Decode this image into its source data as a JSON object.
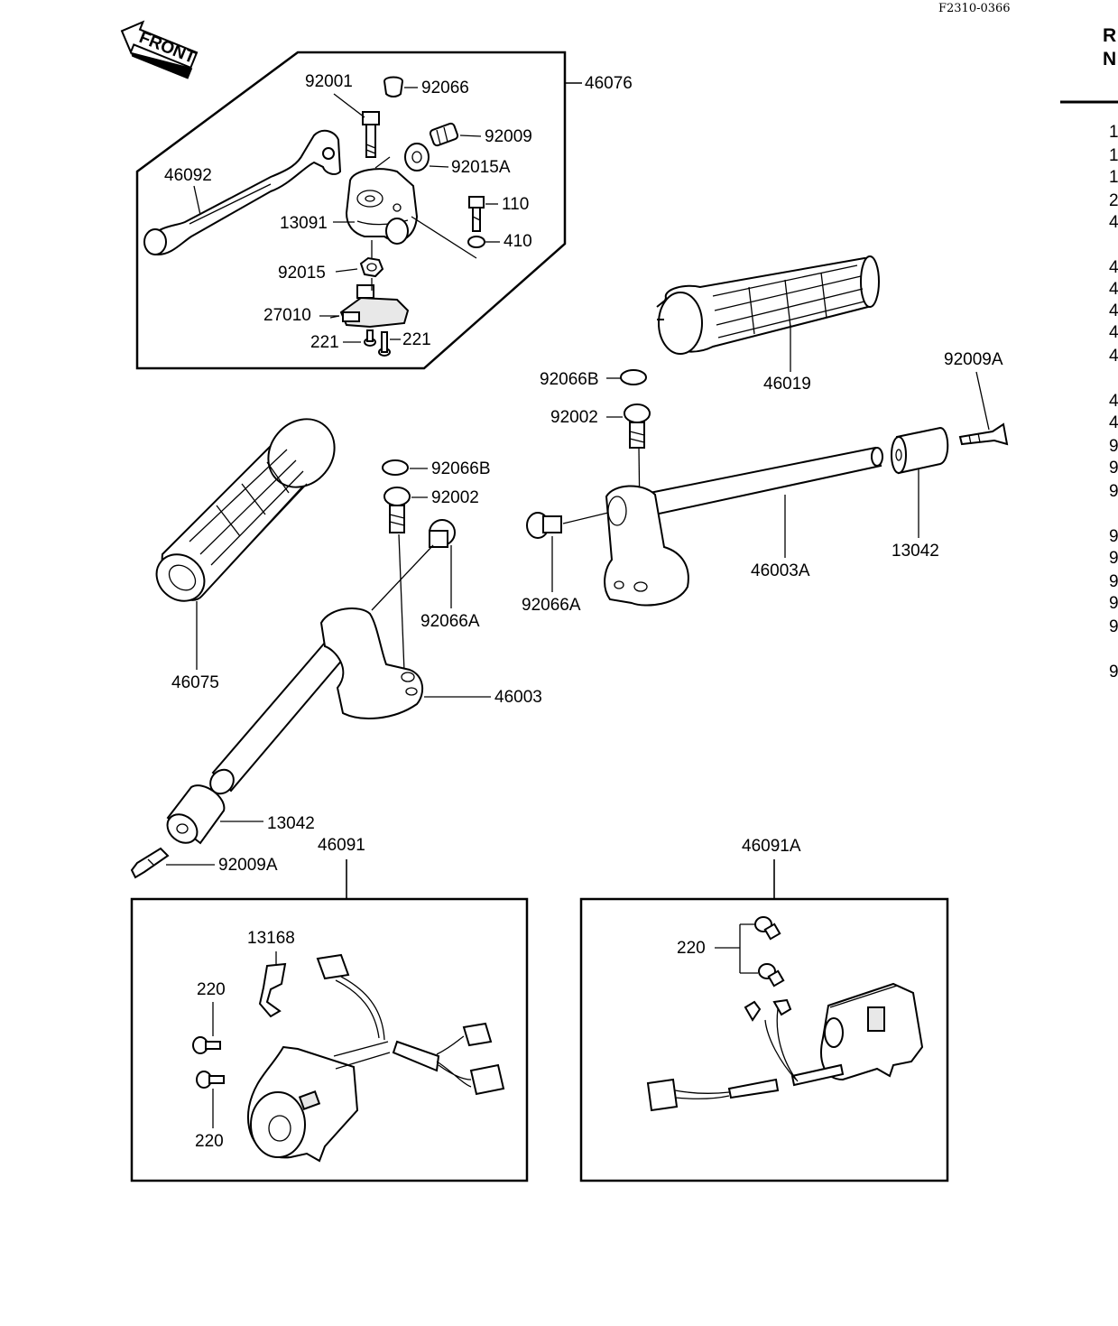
{
  "drawing_code": "F2310-0366",
  "front_label": "FRONT",
  "header_partial": {
    "line1": "R",
    "line2": "N"
  },
  "right_column_partial": [
    "1",
    "1",
    "1",
    "2",
    "4",
    "4",
    "4",
    "4",
    "4",
    "4",
    "4",
    "4",
    "9",
    "9",
    "9",
    "9",
    "9",
    "9",
    "9",
    "9",
    "9"
  ],
  "labels": {
    "p46076": "46076",
    "p92001": "92001",
    "p92066": "92066",
    "p92009": "92009",
    "p92015A": "92015A",
    "p46092": "46092",
    "p110": "110",
    "p13091": "13091",
    "p410": "410",
    "p92015": "92015",
    "p27010": "27010",
    "p221a": "221",
    "p221b": "221",
    "p46019": "46019",
    "p92066B_r": "92066B",
    "p92009A_r": "92009A",
    "p92002_r": "92002",
    "p92066B_l": "92066B",
    "p92002_l": "92002",
    "p46003A": "46003A",
    "p13042_r": "13042",
    "p92066A_r": "92066A",
    "p92066A_l": "92066A",
    "p46075": "46075",
    "p46003": "46003",
    "p13042_l": "13042",
    "p46091": "46091",
    "p46091A": "46091A",
    "p92009A_l": "92009A",
    "p13168": "13168",
    "p220a": "220",
    "p220b": "220",
    "p220c": "220"
  }
}
